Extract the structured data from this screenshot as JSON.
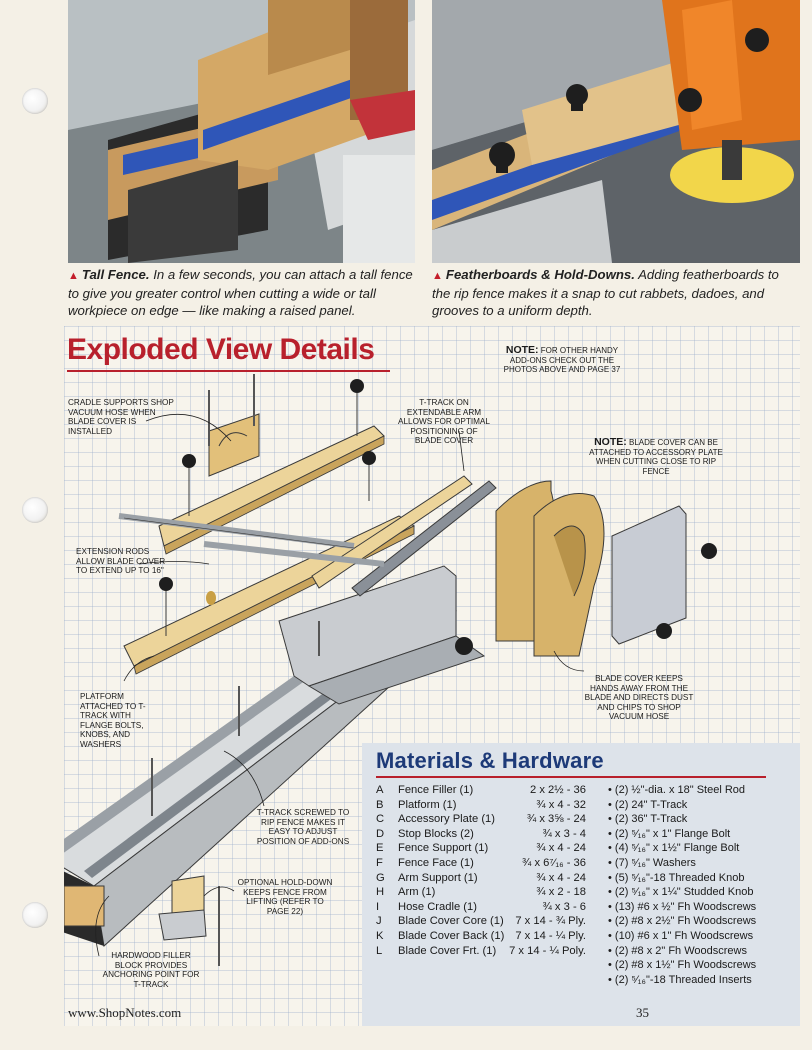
{
  "photos": {
    "left": {
      "caption_lead": "Tall Fence.",
      "caption_text": "In a few seconds, you can attach a tall fence to give you greater control when cutting a wide or tall workpiece on edge — like making a raised panel."
    },
    "right": {
      "caption_lead": "Featherboards & Hold-Downs.",
      "caption_text": "Adding featherboards to the rip fence makes it a snap to cut rabbets, dadoes, and grooves to a uniform depth."
    }
  },
  "exploded": {
    "title": "Exploded View Details",
    "note_top_label": "NOTE:",
    "note_top_text": "FOR OTHER HANDY ADD-ONS CHECK OUT THE PHOTOS ABOVE AND PAGE 37",
    "note_blade_label": "NOTE:",
    "note_blade_text": "BLADE COVER CAN BE ATTACHED TO ACCESSORY PLATE WHEN CUTTING CLOSE TO RIP FENCE",
    "callouts": {
      "cradle": "CRADLE SUPPORTS SHOP VACUUM HOSE WHEN BLADE COVER IS INSTALLED",
      "ttrack_ext": "T-TRACK ON EXTENDABLE ARM ALLOWS FOR OPTIMAL POSITIONING OF BLADE COVER",
      "rods": "EXTENSION RODS ALLOW BLADE COVER TO EXTEND UP TO 16\"",
      "platform": "PLATFORM ATTACHED TO T-TRACK WITH FLANGE BOLTS, KNOBS, AND WASHERS",
      "blade_cover": "BLADE COVER KEEPS HANDS AWAY FROM THE BLADE AND DIRECTS DUST AND CHIPS TO SHOP VACUUM HOSE",
      "ttrack_screwed": "T-TRACK SCREWED TO RIP FENCE MAKES IT EASY TO ADJUST POSITION OF ADD-ONS",
      "holddown": "OPTIONAL HOLD-DOWN KEEPS FENCE FROM LIFTING (REFER TO PAGE 22)",
      "filler": "HARDWOOD FILLER BLOCK PROVIDES ANCHORING POINT FOR T-TRACK"
    }
  },
  "materials": {
    "title": "Materials & Hardware",
    "parts": [
      {
        "letter": "A",
        "name": "Fence Filler (1)",
        "size": "2 x 2½ - 36"
      },
      {
        "letter": "B",
        "name": "Platform (1)",
        "size": "¾ x 4 - 32"
      },
      {
        "letter": "C",
        "name": "Accessory Plate (1)",
        "size": "¾ x 3⅝ - 24"
      },
      {
        "letter": "D",
        "name": "Stop Blocks (2)",
        "size": "¾ x 3 - 4"
      },
      {
        "letter": "E",
        "name": "Fence Support (1)",
        "size": "¾ x 4 - 24"
      },
      {
        "letter": "F",
        "name": "Fence Face (1)",
        "size": "¾ x 6⁷⁄₁₆ - 36"
      },
      {
        "letter": "G",
        "name": "Arm Support (1)",
        "size": "¾ x 4 - 24"
      },
      {
        "letter": "H",
        "name": "Arm (1)",
        "size": "¾ x 2 - 18"
      },
      {
        "letter": "I",
        "name": "Hose Cradle (1)",
        "size": "¾ x 3 - 6"
      },
      {
        "letter": "J",
        "name": "Blade Cover Core (1)",
        "size": "7 x 14 - ¾ Ply."
      },
      {
        "letter": "K",
        "name": "Blade Cover Back (1)",
        "size": "7 x 14 - ¼ Ply."
      },
      {
        "letter": "L",
        "name": "Blade Cover Frt. (1)",
        "size": "7 x 14 - ¼ Poly."
      }
    ],
    "hardware": [
      "• (2) ½\"-dia. x 18\" Steel Rod",
      "• (2) 24\" T-Track",
      "• (2) 36\" T-Track",
      "• (2) ⁵⁄₁₆\" x 1\" Flange Bolt",
      "• (4) ⁵⁄₁₆\" x 1½\" Flange Bolt",
      "• (7) ⁵⁄₁₆\" Washers",
      "• (5) ⁵⁄₁₆\"-18 Threaded Knob",
      "• (2) ⁵⁄₁₆\" x 1¼\" Studded Knob",
      "• (13) #6 x ½\" Fh Woodscrews",
      "• (2) #8 x 2½\" Fh Woodscrews",
      "• (10) #6 x 1\" Fh Woodscrews",
      "• (2) #8 x 2\" Fh Woodscrews",
      "• (2) #8 x 1½\" Fh Woodscrews",
      "• (2) ⁵⁄₁₆\"-18 Threaded Inserts"
    ]
  },
  "footer": {
    "url": "www.ShopNotes.com",
    "page_number": "35"
  },
  "colors": {
    "accent_red": "#b8202c",
    "accent_blue": "#1d3a78",
    "wood": "#e8cf8e",
    "aluminum": "#c9ccd0"
  }
}
